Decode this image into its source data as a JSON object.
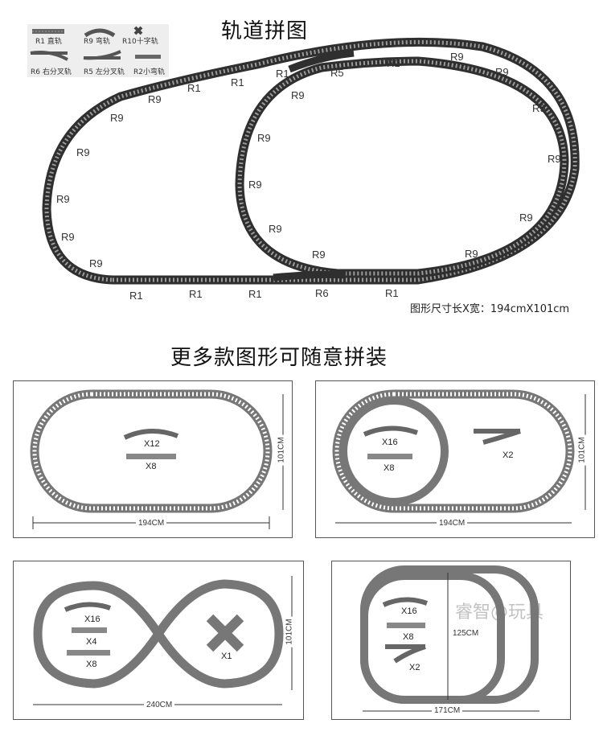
{
  "top_title": "轨道拼图",
  "legend": [
    {
      "label": "R1 直轨"
    },
    {
      "label": "R9 弯轨"
    },
    {
      "label": "R10十字轨"
    },
    {
      "label": "R6 右分叉轨"
    },
    {
      "label": "R5 左分叉轨"
    },
    {
      "label": "R2小弯轨"
    }
  ],
  "track_labels": [
    "R1",
    "R1",
    "R1",
    "R5",
    "R1",
    "R9",
    "R9",
    "R9",
    "R9",
    "R9",
    "R9",
    "R9",
    "R9",
    "R9",
    "R9",
    "R9",
    "R9",
    "R9",
    "R9",
    "R9",
    "R9",
    "R9",
    "R1",
    "R1",
    "R1",
    "R6",
    "R1"
  ],
  "size_note": "图形尺寸长X宽：194cmX101cm",
  "section_title": "更多款图形可随意拼装",
  "panels": [
    {
      "counts": [
        "X12",
        "X8"
      ],
      "width": "194CM",
      "height": "101CM"
    },
    {
      "counts": [
        "X16",
        "X8",
        "X2"
      ],
      "width": "194CM",
      "height": "101CM"
    },
    {
      "counts": [
        "X16",
        "X4",
        "X8",
        "X1"
      ],
      "width": "240CM",
      "height": "101CM"
    },
    {
      "counts": [
        "X16",
        "X8",
        "X2"
      ],
      "width": "171CM",
      "height": "125CM"
    }
  ],
  "watermark": "睿智@玩具"
}
